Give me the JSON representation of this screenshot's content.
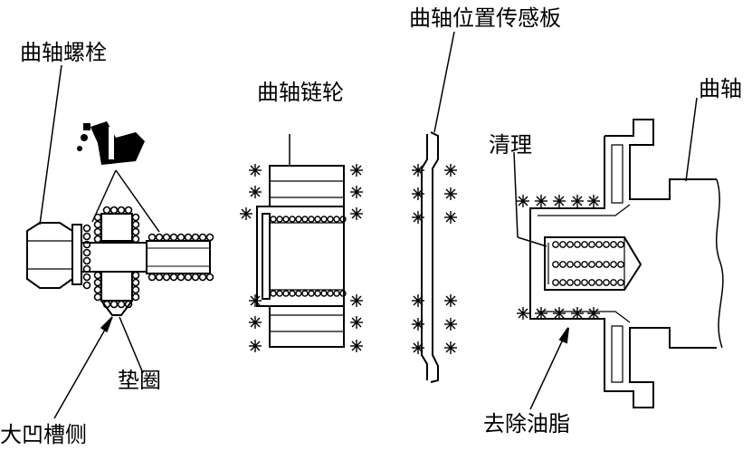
{
  "labels": {
    "crank_bolt": "曲轴螺栓",
    "crank_sprocket": "曲轴链轮",
    "crank_position_plate": "曲轴位置传感板",
    "crankshaft": "曲轴",
    "clean": "清理",
    "washer": "垫圈",
    "large_groove_side": "大凹槽侧",
    "remove_grease": "去除油脂"
  },
  "colors": {
    "ink": "#000000",
    "paper": "#ffffff"
  },
  "icons": {
    "oil_can": "oil-can-icon",
    "asterisk": "asterisk-icon"
  }
}
